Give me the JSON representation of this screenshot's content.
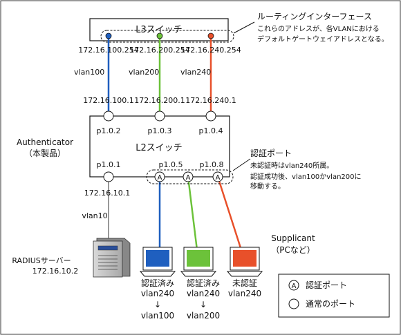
{
  "l3_switch": {
    "label": "L3スイッチ",
    "interfaces": [
      {
        "ip": "172.16.100.254",
        "color": "#1f5fbf"
      },
      {
        "ip": "172.16.200.254",
        "color": "#6cc23a"
      },
      {
        "ip": "172.16.240.254",
        "color": "#e8502a"
      }
    ]
  },
  "routing_note": {
    "title": "ルーティングインターフェース",
    "line1": "これらのアドレスが、各VLANにおける",
    "line2": "デフォルトゲートウェイアドレスとなる。"
  },
  "vlan_links": [
    {
      "vlan": "vlan100",
      "color": "#1f5fbf",
      "l2_ip": "172.16.100.1",
      "port": "p1.0.2"
    },
    {
      "vlan": "vlan200",
      "color": "#6cc23a",
      "l2_ip": "172.16.200.1",
      "port": "p1.0.3"
    },
    {
      "vlan": "vlan240",
      "color": "#e8502a",
      "l2_ip": "172.16.240.1",
      "port": "p1.0.4"
    }
  ],
  "l2_switch": {
    "label": "L2スイッチ",
    "authenticator_line1": "Authenticator",
    "authenticator_line2": "（本製品）",
    "bottom_ports": [
      "p1.0.1",
      "p1.0.5",
      "p1.0.8"
    ],
    "uplink_ip": "172.16.10.1"
  },
  "auth_port_note": {
    "title": "認証ポート",
    "line1": "未認証時はvlan240所属。",
    "line2": "認証成功後、vlan100かvlan200に",
    "line3": "移動する。"
  },
  "radius": {
    "vlan": "vlan10",
    "name": "RADIUSサーバー",
    "ip": "172.16.10.2"
  },
  "supplicant": {
    "line1": "Supplicant",
    "line2": "（PCなど）"
  },
  "pcs": [
    {
      "screen_color": "#1f5fbf",
      "status": "認証済み",
      "from": "vlan240",
      "arrow": "↓",
      "to": "vlan100"
    },
    {
      "screen_color": "#6cc23a",
      "status": "認証済み",
      "from": "vlan240",
      "arrow": "↓",
      "to": "vlan200"
    },
    {
      "screen_color": "#e8502a",
      "status": "未認証",
      "from": "vlan240",
      "arrow": "",
      "to": ""
    }
  ],
  "legend": {
    "auth_symbol": "A",
    "auth_label": "認証ポート",
    "normal_label": "通常のポート"
  }
}
